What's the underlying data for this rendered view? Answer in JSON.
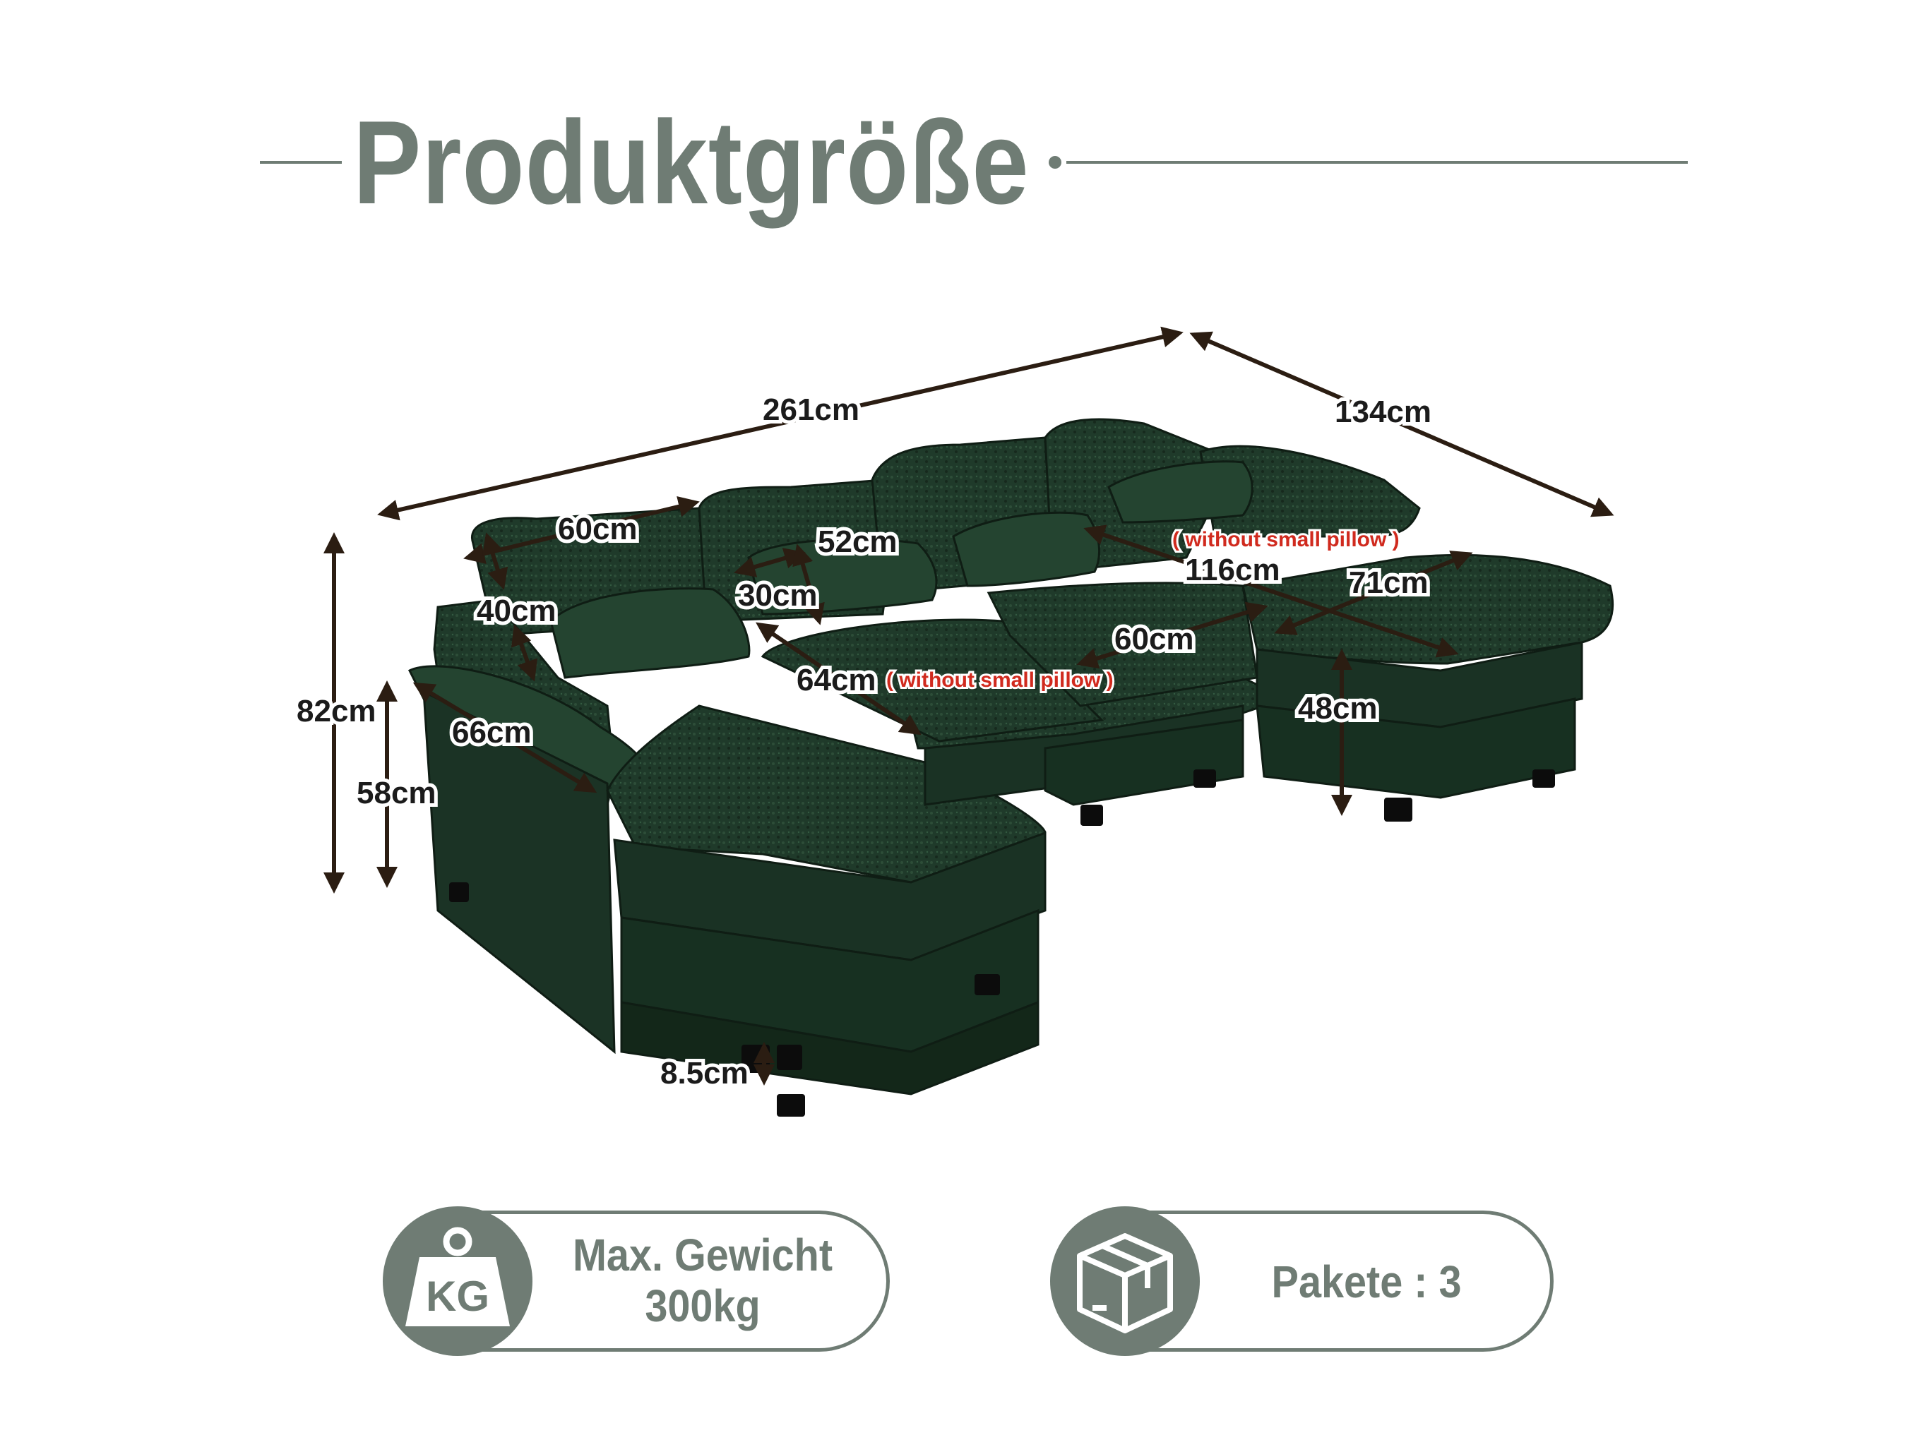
{
  "title": "Produktgröße",
  "colors": {
    "accent": "#6f7c74",
    "sofa": "#1f3a2a",
    "sofa_dark": "#142619",
    "sofa_light": "#2d4d38",
    "arrow": "#2b1d12",
    "note": "#d02a1e"
  },
  "dimensions": {
    "total_length": "261cm",
    "depth": "134cm",
    "back_cushion_width": "60cm",
    "back_cushion_height": "40cm",
    "small_pillow_width": "52cm",
    "small_pillow_height": "30cm",
    "seat_depth_left": "64cm",
    "seat_width_middle": "60cm",
    "chaise_length": "116cm",
    "chaise_width": "71cm",
    "arm_length": "66cm",
    "total_height": "82cm",
    "seat_height": "58cm",
    "ottoman_height": "48cm",
    "leg_height": "8.5cm"
  },
  "notes": {
    "without_pillow_right": "( without small pillow )",
    "without_pillow_middle": "( without small pillow )"
  },
  "badges": {
    "weight_icon_text": "KG",
    "weight_label": "Max. Gewicht",
    "weight_value": "300kg",
    "packages_label": "Pakete : 3"
  },
  "icons": {
    "weight": "weight-kg-icon",
    "package": "package-box-icon"
  }
}
